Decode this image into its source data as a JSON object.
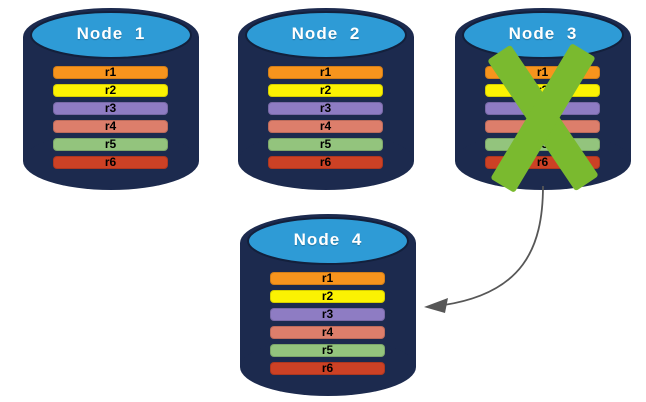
{
  "diagram": {
    "nodes": [
      {
        "label": "Node 1",
        "failed": false
      },
      {
        "label": "Node 2",
        "failed": false
      },
      {
        "label": "Node 3",
        "failed": true
      },
      {
        "label": "Node 4",
        "failed": false
      }
    ],
    "records": [
      {
        "label": "r1",
        "color": "#F7941D"
      },
      {
        "label": "r2",
        "color": "#FBF202"
      },
      {
        "label": "r3",
        "color": "#8E7CC3"
      },
      {
        "label": "r4",
        "color": "#DD7E6B"
      },
      {
        "label": "r5",
        "color": "#93C47D"
      },
      {
        "label": "r6",
        "color": "#CC4125"
      }
    ],
    "colors": {
      "cylinder_body": "#1C2A4E",
      "cylinder_top": "#2E9BD6",
      "cylinder_outline": "#13203C",
      "failure_x": "#7ABA2F",
      "arrow": "#575757",
      "node_label_text": "#FFFFFF",
      "record_label_text": "#000000"
    }
  }
}
